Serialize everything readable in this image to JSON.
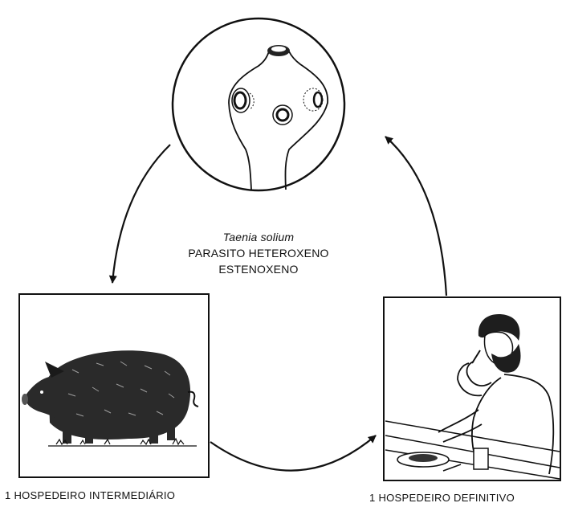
{
  "diagram": {
    "parasite": {
      "species": "Taenia solium",
      "line1": "PARASITO HETEROXENO",
      "line2": "ESTENOXENO"
    },
    "hosts": {
      "intermediate": "1 HOSPEDEIRO INTERMEDIÁRIO",
      "definitive": "1 HOSPEDEIRO DEFINITIVO"
    },
    "icons": [
      "scolex-illustration",
      "pig-illustration",
      "man-eating-illustration",
      "cycle-arrow"
    ],
    "colors": {
      "ink": "#111111",
      "background": "#ffffff"
    }
  }
}
